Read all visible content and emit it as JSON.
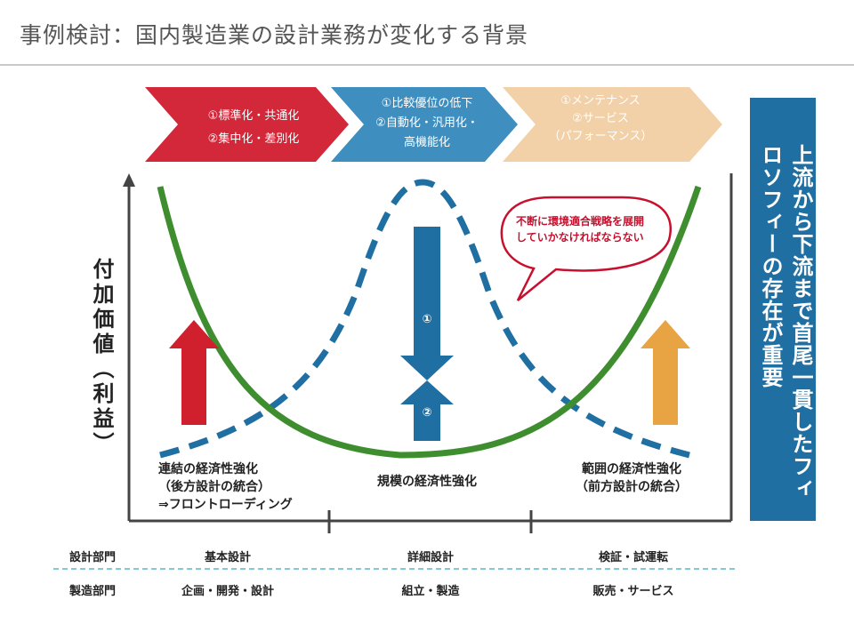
{
  "title": "事例検討：国内製造業の設計業務が変化する背景",
  "chevrons": [
    {
      "lines": [
        "①標準化・共通化",
        "②集中化・差別化"
      ],
      "color": "#d3273a"
    },
    {
      "lines": [
        "①比較優位の低下",
        "②自動化・汎用化・",
        "高機能化"
      ],
      "color": "#3e8fc0"
    },
    {
      "lines": [
        "①メンテナンス",
        "②サービス",
        "（パフォーマンス）"
      ],
      "color": "#f2d1a8"
    }
  ],
  "y_axis_label": "付加価値（利益）",
  "banner": "上流から下流まで首尾一貫したフィロソフィーの存在が重要",
  "speech": "不断に環境適合戦略を展開していかなければならない",
  "center_arrow_labels": [
    "①",
    "②"
  ],
  "economy_labels": {
    "left": [
      "連結の経済性強化",
      "（後方設計の統合）",
      "⇒フロントローディング"
    ],
    "center": "規模の経済性強化",
    "right": [
      "範囲の経済性強化",
      "（前方設計の統合）"
    ]
  },
  "table": {
    "row1_head": "設計部門",
    "row2_head": "製造部門",
    "row1": [
      "基本設計",
      "詳細設計",
      "検証・試運転"
    ],
    "row2": [
      "企画・開発・設計",
      "組立・製造",
      "販売・サービス"
    ]
  },
  "colors": {
    "green_curve": "#3e8e2f",
    "blue_dashed": "#1f6fa3",
    "red_arrow": "#d0202e",
    "orange_arrow": "#e8a443",
    "banner": "#1f6fa3"
  }
}
